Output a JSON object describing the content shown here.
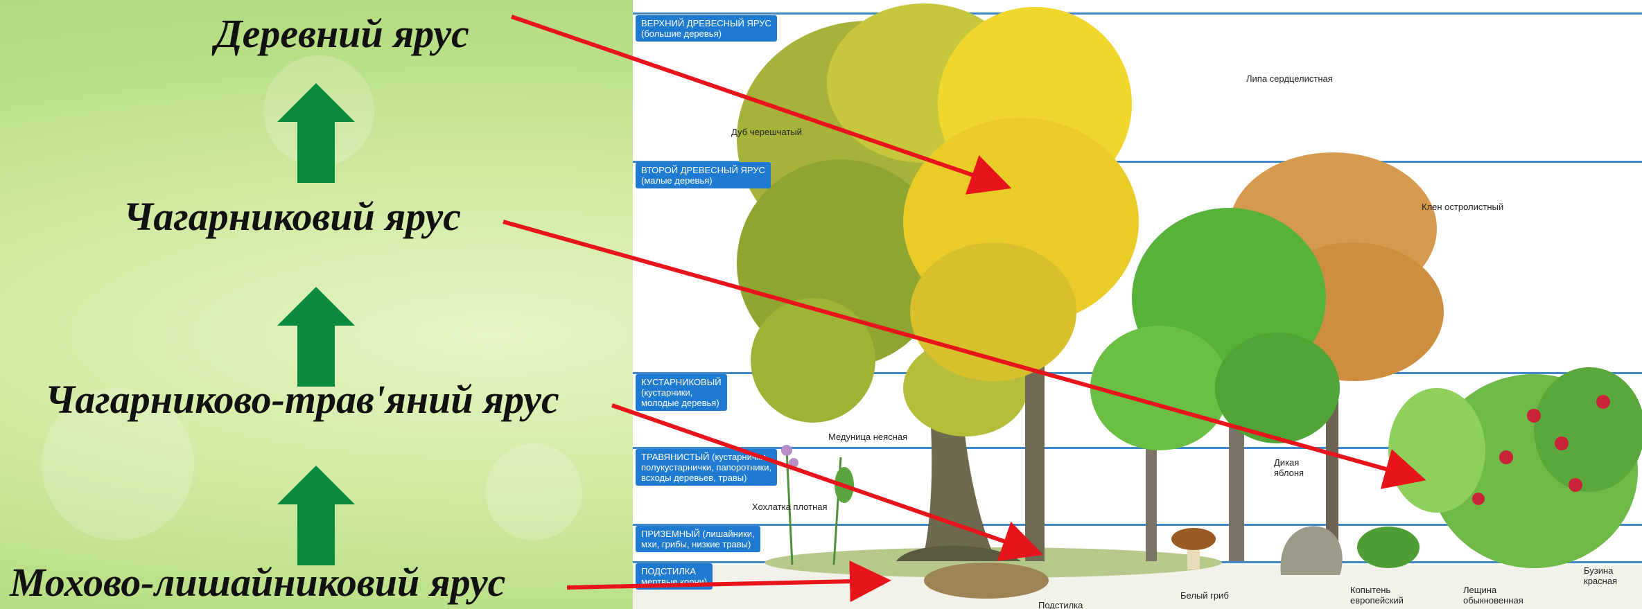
{
  "layers": [
    {
      "label": "Деревний ярус"
    },
    {
      "label": "Чагарниковий ярус"
    },
    {
      "label": "Чагарниково-трав'яний ярус"
    },
    {
      "label": "Мохово-лишайниковий ярус"
    }
  ],
  "tiers": [
    {
      "line1": "ВЕРХНИЙ ДРЕВЕСНЫЙ ЯРУС",
      "line2": "(большие деревья)",
      "line3": ""
    },
    {
      "line1": "ВТОРОЙ ДРЕВЕСНЫЙ ЯРУС",
      "line2": "(малые деревья)",
      "line3": ""
    },
    {
      "line1": "КУСТАРНИКОВЫЙ",
      "line2": "(кустарники,",
      "line3": "молодые деревья)"
    },
    {
      "line1": "ТРАВЯНИСТЫЙ (кустарнички,",
      "line2": "полукустарнички, папоротники,",
      "line3": "всходы деревьев, травы)"
    },
    {
      "line1": "ПРИЗЕМНЫЙ (лишайники,",
      "line2": "мхи, грибы, низкие травы)",
      "line3": ""
    },
    {
      "line1": "ПОДСТИЛКА",
      "line2": "",
      "line3": "мертвые корни)"
    }
  ],
  "plants": {
    "oak": "Дуб черешчатый",
    "linden": "Липа сердцелистная",
    "maple": "Клен остролистный",
    "lungwort": "Медуница неясная",
    "corydalis": "Хохлатка плотная",
    "apple": "Дикая яблоня",
    "mushroom": "Белый гриб",
    "litter": "Подстилка",
    "asarum": "Копытень европейский",
    "hazel": "Лещина обыкновенная",
    "elder": "Бузина красная"
  },
  "colors": {
    "arrow_up": "#0a8a3c",
    "pointer": "#e8141b",
    "tier_band": "#1f7bd1"
  }
}
